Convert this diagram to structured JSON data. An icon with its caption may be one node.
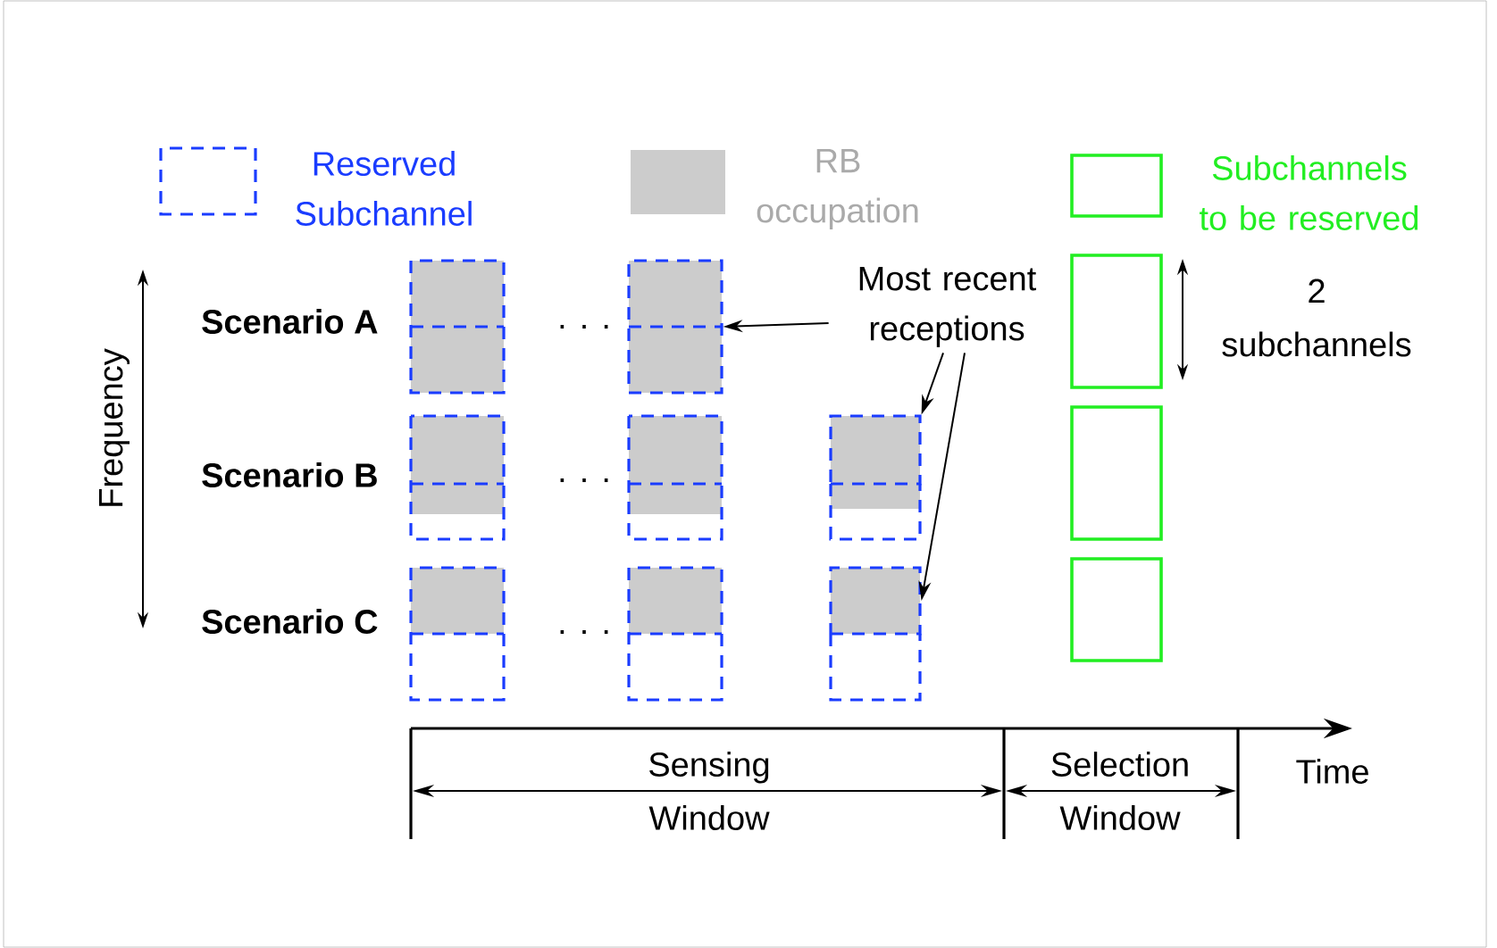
{
  "diagram": {
    "nodes": [
      {
        "text": [
          "Most recent receptions"
        ]
      },
      {
        "text": [],
        "shape": "box"
      },
      {
        "text": [],
        "shape": "box"
      },
      {
        "text": [],
        "shape": "box"
      }
    ],
    "edges": [
      {
        "from": 0,
        "to": 1,
        "arrow": "to"
      },
      {
        "from": 0,
        "to": 2,
        "arrow": "to"
      },
      {
        "from": 0,
        "to": 3,
        "arrow": "to"
      }
    ],
    "labels": [
      "Scenario A",
      ". . .",
      "2 subchannels",
      "Frequency",
      "Scenario B",
      ". . .",
      "Scenario C",
      ". . .",
      "Sensing Window",
      "Selection Window",
      "Time"
    ],
    "legend": [
      {
        "text": "Reserved Subchannel"
      },
      {
        "text": "RB occupation",
        "color": "#cccccc"
      },
      {
        "text": "Subchannels to be reserved"
      }
    ]
  }
}
